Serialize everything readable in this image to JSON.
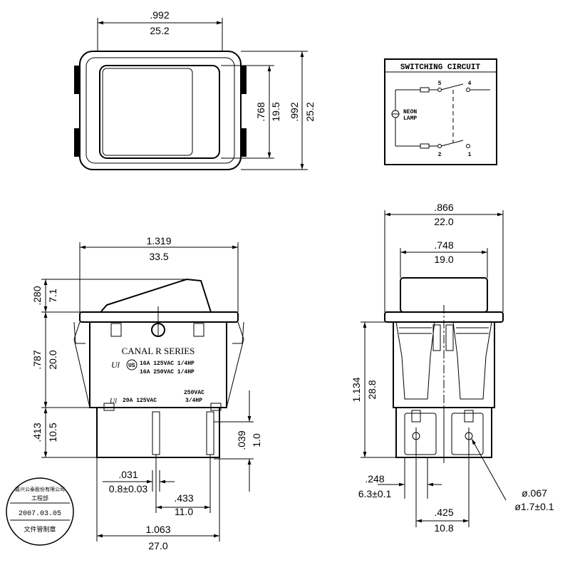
{
  "top_view": {
    "width_in": ".992",
    "width_mm": "25.2",
    "inner_height_in": ".768",
    "inner_height_mm": "19.5",
    "height_in": ".992",
    "height_mm": "25.2"
  },
  "circuit": {
    "title": "SWITCHING CIRCUIT",
    "pin5": "5",
    "pin4": "4",
    "pin2": "2",
    "pin1": "1",
    "lamp_line1": "NEON",
    "lamp_line2": "LAMP"
  },
  "side_view": {
    "width_in": "1.319",
    "width_mm": "33.5",
    "rocker_in": ".280",
    "rocker_mm": "7.1",
    "body_in": ".787",
    "body_mm": "20.0",
    "term_in": ".413",
    "term_mm": "10.5",
    "thick_in": ".039",
    "thick_mm": "1.0",
    "tab_in": ".031",
    "tab_mm": "0.8±0.03",
    "spacing_in": ".433",
    "spacing_mm": "11.0",
    "base_in": "1.063",
    "base_mm": "27.0",
    "brand": "CANAL R SERIES",
    "rating1": "16A  125VAC  1/4HP",
    "rating2": "16A  250VAC  1/4HP",
    "rating3": "20A  125VAC",
    "rating4a": "250VAC",
    "rating4b": "3/4HP"
  },
  "front_view": {
    "width_in": ".866",
    "width_mm": "22.0",
    "inner_in": ".748",
    "inner_mm": "19.0",
    "height_in": "1.134",
    "height_mm": "28.8",
    "tab_in": ".248",
    "tab_mm": "6.3±0.1",
    "pitch_in": ".425",
    "pitch_mm": "10.8",
    "hole_in": "ø.067",
    "hole_mm": "ø1.7±0.1"
  },
  "stamp": {
    "company": "嘉兴公泰股份有限公司",
    "dept": "工程部",
    "date": "2007.03.05",
    "seal": "文件管制章"
  }
}
